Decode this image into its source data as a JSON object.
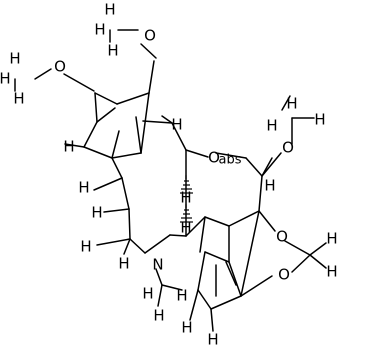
{
  "molecule": {
    "atoms": {
      "h_top_me": "H",
      "o_top": "O",
      "h_mid_me": "H",
      "o_mid": "O",
      "h_left_me_1": "H",
      "h_left_me_2": "H",
      "h_ar_left": "H",
      "h_ar_right": "H",
      "h_ch2_upper_1": "H",
      "h_ch2_upper_2": "H",
      "h_ch2_lower_1": "H",
      "h_ch2_lower_2": "H",
      "n": "N",
      "h_nme_1": "H",
      "h_nme_2": "H",
      "h_nme_3": "H",
      "h_bridge": "H",
      "h_stereo_upper": "H",
      "h_stereo_lower": "H",
      "o_ring": "O",
      "abs_label": "abs",
      "h_acetal": "H",
      "o_ome": "O",
      "h_ome_1": "H",
      "h_ome_2": "H",
      "h_ome_3": "H",
      "o_dioxole_upper": "O",
      "o_dioxole_lower": "O",
      "h_dioxole_1": "H",
      "h_dioxole_2": "H",
      "h_ar_bottom_left": "H",
      "h_ar_bottom_right": "H"
    }
  }
}
